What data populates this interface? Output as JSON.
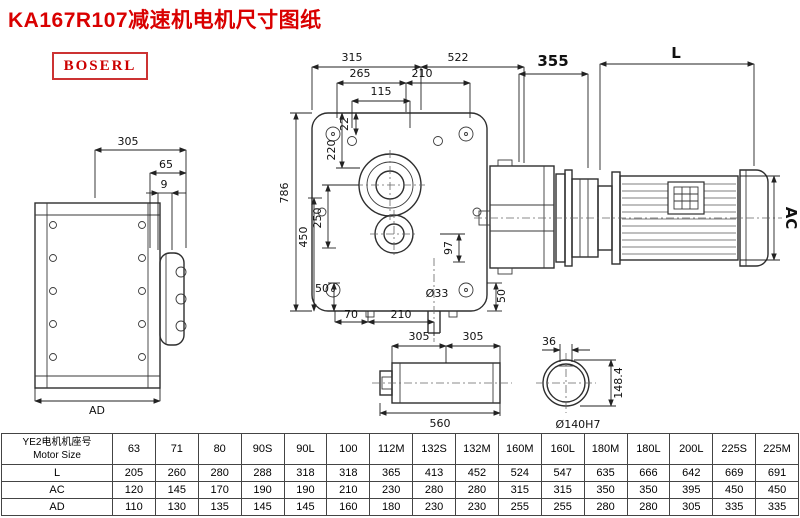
{
  "page": {
    "title": "KA167R107减速机电机尺寸图纸",
    "logo": "BOSERL"
  },
  "dims": {
    "side": {
      "w305": "305",
      "w65": "65",
      "w9": "9",
      "ad": "AD"
    },
    "front": {
      "t315": "315",
      "t522": "522",
      "t265": "265",
      "t210": "210",
      "t115": "115",
      "v22": "22",
      "v220": "220",
      "v250": "250",
      "v450": "450",
      "v786": "786",
      "v97": "97",
      "v50l": "50",
      "b70": "70",
      "b210": "210",
      "d33": "Ø33",
      "v50r": "50"
    },
    "motor": {
      "t355": "355",
      "L": "L",
      "AC": "AC"
    },
    "shaft": {
      "a305": "305",
      "b305": "305",
      "len560": "560"
    },
    "flange": {
      "k36": "36",
      "h148": "148.4",
      "d140": "Ø140H7"
    }
  },
  "table": {
    "row_label_cn": "YE2电机机座号",
    "row_label_en": "Motor Size",
    "columns": [
      "63",
      "71",
      "80",
      "90S",
      "90L",
      "100",
      "112M",
      "132S",
      "132M",
      "160M",
      "160L",
      "180M",
      "180L",
      "200L",
      "225S",
      "225M"
    ],
    "rows": [
      {
        "label": "L",
        "values": [
          "205",
          "260",
          "280",
          "288",
          "318",
          "318",
          "365",
          "413",
          "452",
          "524",
          "547",
          "635",
          "666",
          "642",
          "669",
          "691"
        ]
      },
      {
        "label": "AC",
        "values": [
          "120",
          "145",
          "170",
          "190",
          "190",
          "210",
          "230",
          "280",
          "280",
          "315",
          "315",
          "350",
          "350",
          "395",
          "450",
          "450"
        ]
      },
      {
        "label": "AD",
        "values": [
          "110",
          "130",
          "135",
          "145",
          "145",
          "160",
          "180",
          "230",
          "230",
          "255",
          "255",
          "280",
          "280",
          "305",
          "335",
          "335"
        ]
      }
    ]
  }
}
